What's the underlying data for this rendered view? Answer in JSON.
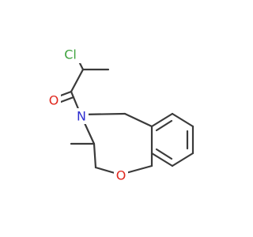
{
  "molecule": {
    "colors": {
      "bond": "#3a3a3a",
      "chlorine": "#3fa33f",
      "oxygen": "#e0271d",
      "nitrogen": "#2d2dd0",
      "background": "#ffffff"
    },
    "atom_labels": {
      "chlorine": "Cl",
      "carbonyl_oxygen": "O",
      "ring_nitrogen": "N",
      "ring_oxygen": "O"
    }
  }
}
